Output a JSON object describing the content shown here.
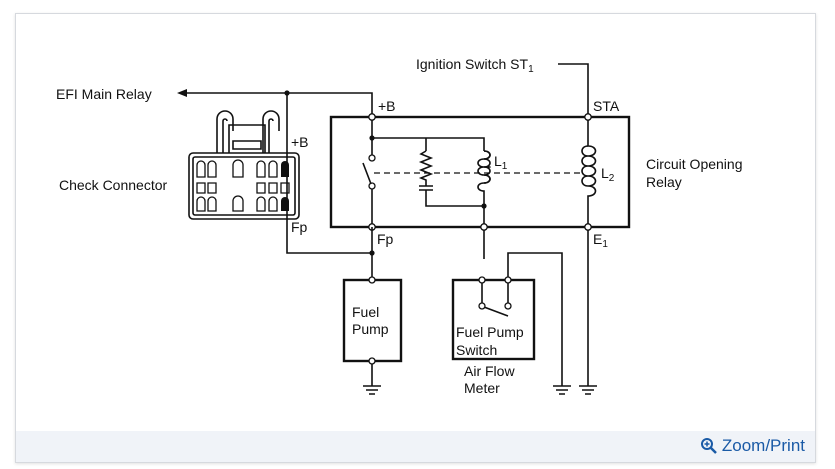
{
  "diagram": {
    "labels": {
      "ignition_switch": "Ignition Switch ST",
      "ignition_switch_sub": "1",
      "efi_main_relay": "EFI Main Relay",
      "check_connector": "Check Connector",
      "connector_plus_b": "+B",
      "connector_fp": "Fp",
      "relay_plus_b": "+B",
      "relay_sta": "STA",
      "relay_fp": "Fp",
      "relay_e": "E",
      "relay_e_sub": "1",
      "coil_l1": "L",
      "coil_l1_sub": "1",
      "coil_l2": "L",
      "coil_l2_sub": "2",
      "circuit_opening_relay_line1": "Circuit Opening",
      "circuit_opening_relay_line2": "Relay",
      "fuel_pump_line1": "Fuel",
      "fuel_pump_line2": "Pump",
      "fuel_pump_switch_line1": "Fuel Pump",
      "fuel_pump_switch_line2": "Switch",
      "air_flow_meter_line1": "Air Flow",
      "air_flow_meter_line2": "Meter"
    }
  },
  "footer": {
    "zoom_print_label": "Zoom/Print",
    "zoom_icon": "zoom-in-icon",
    "link_color": "#1a5aa6"
  }
}
